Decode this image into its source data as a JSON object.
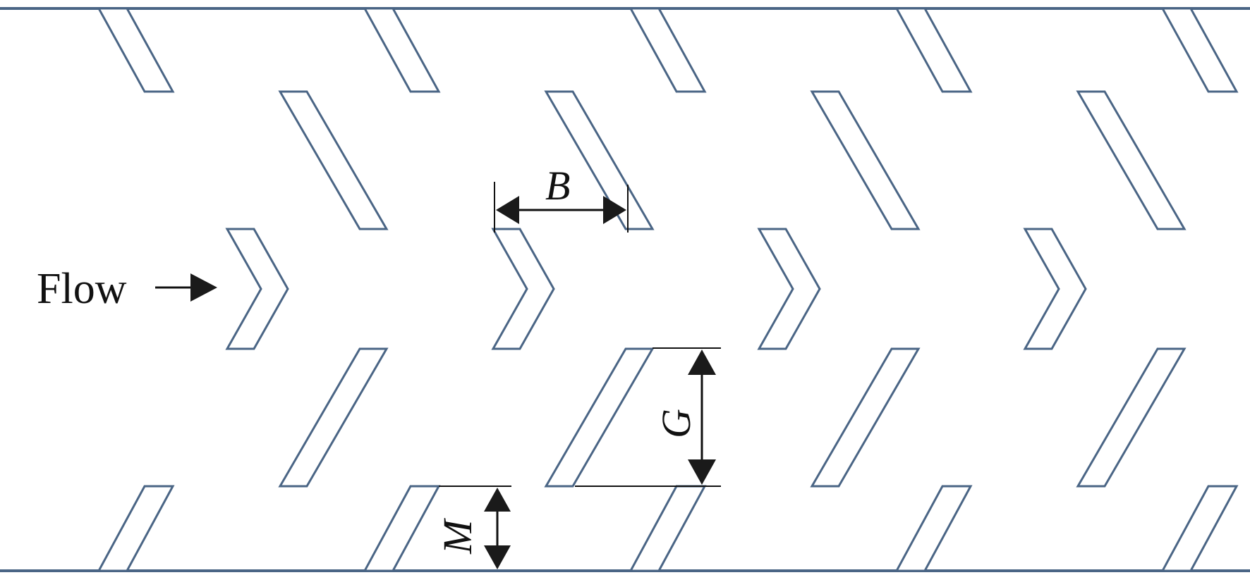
{
  "flow_label": "Flow",
  "dimension_labels": {
    "b": "B",
    "g": "G",
    "m": "M"
  },
  "colors": {
    "wall": "#4a6585",
    "fin": "#4a6585",
    "annotation": "#111111"
  }
}
